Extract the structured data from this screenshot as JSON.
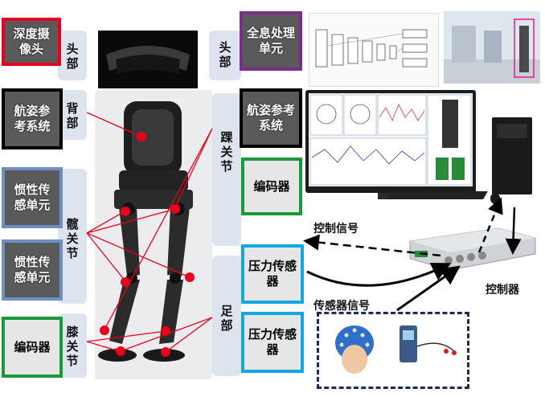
{
  "left_column": {
    "depth_camera": "深度摄像头",
    "nav_ref_left": "航姿参考系统",
    "imu_1": "惯性传感单元",
    "imu_2": "惯性传感单元",
    "encoder_left": "编码器"
  },
  "body_labels": {
    "head_left": "头部",
    "back": "背部",
    "hip": "髋关节",
    "knee": "膝关节",
    "head_right": "头部",
    "ankle": "踝关节",
    "foot": "足部"
  },
  "right_column": {
    "holographic_unit": "全息处理单元",
    "nav_ref_right": "航姿参考系统",
    "encoder_right": "编码器",
    "pressure_1": "压力传感器",
    "pressure_2": "压力传感器"
  },
  "signals": {
    "control_signal": "控制信号",
    "sensor_signal": "传感器信号",
    "controller": "控制器"
  },
  "colors": {
    "red": "#e8001c",
    "purple": "#7a2d8f",
    "black": "#000000",
    "blue": "#6f8fc4",
    "green": "#1a9a3c",
    "cyan": "#12a8e0",
    "navy": "#1a2a5a"
  }
}
